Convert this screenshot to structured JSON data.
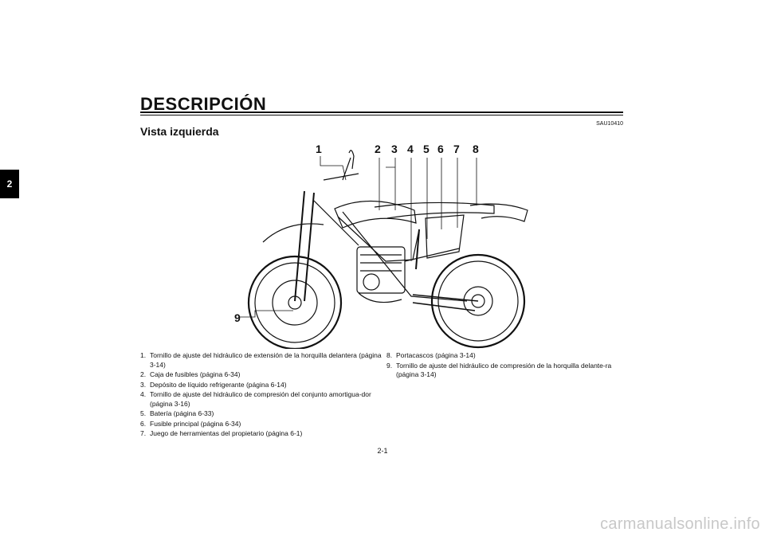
{
  "chapter_tab": "2",
  "header": {
    "title": "DESCRIPCIÓN",
    "code": "SAU10410"
  },
  "section": {
    "title": "Vista izquierda"
  },
  "figure": {
    "callouts": [
      "1",
      "2",
      "3",
      "4",
      "5",
      "6",
      "7",
      "8",
      "9"
    ]
  },
  "legend": {
    "left": [
      {
        "num": "1.",
        "text": "Tornillo de ajuste del hidráulico de extensión de la horquilla delantera (página 3-14)"
      },
      {
        "num": "2.",
        "text": "Caja de fusibles (página 6-34)"
      },
      {
        "num": "3.",
        "text": "Depósito de líquido refrigerante (página 6-14)"
      },
      {
        "num": "4.",
        "text": "Tornillo de ajuste del hidráulico de compresión del conjunto amortigua-dor (página 3-16)"
      },
      {
        "num": "5.",
        "text": "Batería (página 6-33)"
      },
      {
        "num": "6.",
        "text": "Fusible principal (página 6-34)"
      },
      {
        "num": "7.",
        "text": "Juego de herramientas del propietario (página 6-1)"
      }
    ],
    "right": [
      {
        "num": "8.",
        "text": "Portacascos (página 3-14)"
      },
      {
        "num": "9.",
        "text": "Tornillo de ajuste del hidráulico de compresión de la horquilla delante-ra (página 3-14)"
      }
    ]
  },
  "page_number": "2-1",
  "watermark": "carmanualsonline.info"
}
